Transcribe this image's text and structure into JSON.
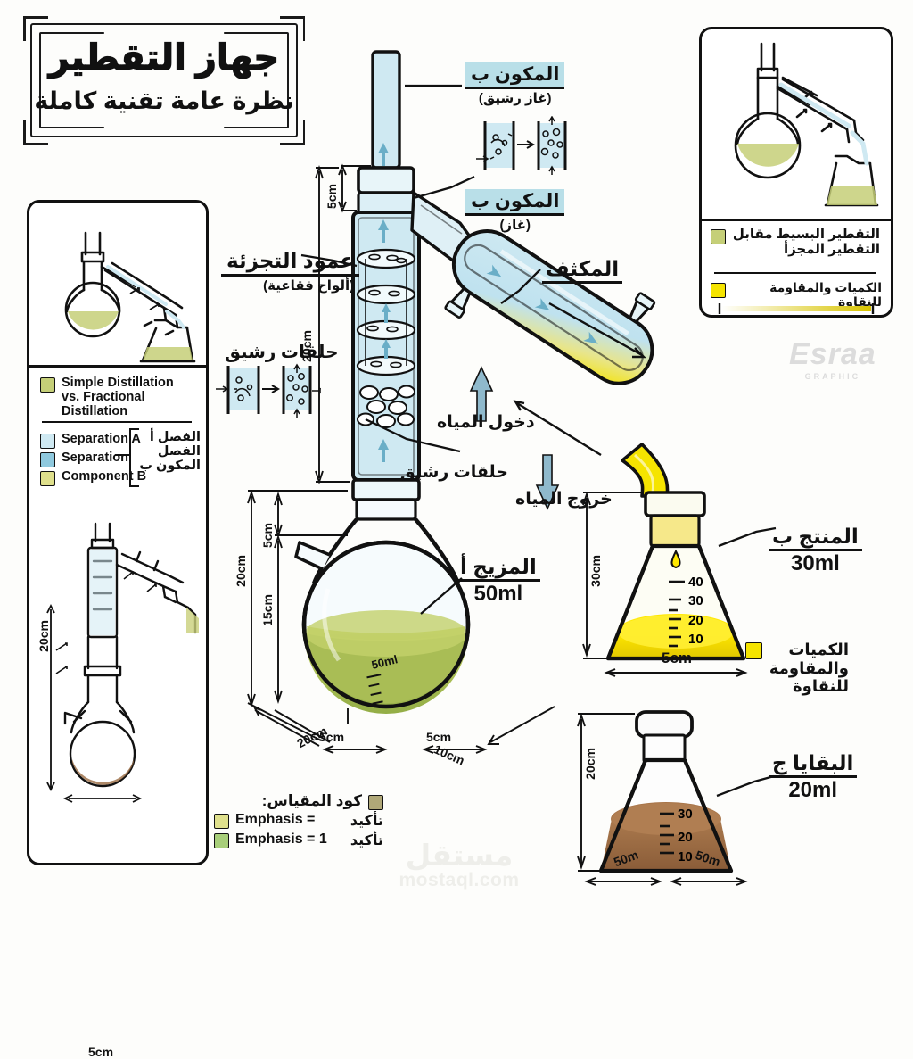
{
  "title": {
    "main": "جهاز التقطير",
    "subtitle": "نظرة عامة تقنية كاملة"
  },
  "left_panel": {
    "legend_primary": {
      "swatch_color": "#c5cf78",
      "line1": "Simple Distillation",
      "line2": "vs. Fractional Distillation"
    },
    "legend_items": [
      {
        "swatch_color": "#cfe9f2",
        "en": "Separation A",
        "ar": "الفصل أ"
      },
      {
        "swatch_color": "#8fc9de",
        "en": "Separation",
        "ar": "الفصل"
      },
      {
        "swatch_color": "#dfe08c",
        "en": "Component B",
        "ar": "المكون ب"
      }
    ],
    "sketch_dims": {
      "height": "20cm",
      "width": "5cm"
    }
  },
  "right_panel": {
    "legend_items": [
      {
        "swatch_color": "#c5cf78",
        "text": "التقطير البسيط مقابل التقطير المجزأ"
      },
      {
        "swatch_color": "#f5e400",
        "text": "الكميات والمقاومة للنقاوة"
      }
    ]
  },
  "callouts": {
    "component_b_light": {
      "main": "المكون ب",
      "sub": "(غاز رشيق)"
    },
    "component_b_gas": {
      "main": "المكون ب",
      "sub": "(غاز)"
    },
    "fractionating_col": {
      "main": "عمود التجزئة",
      "sub": "(ألواح فقاعية)"
    },
    "raschig_rings_left": {
      "main": "حلقات رشيق"
    },
    "raschig_rings_right": {
      "main": "حلقات رشيق"
    },
    "condenser": {
      "main": "المكثف"
    },
    "water_in": {
      "main": "دخول المياه"
    },
    "water_out": {
      "main": "خروج المياه"
    },
    "mixture_a": {
      "main": "المزيج أ",
      "value": "50ml"
    },
    "product_b": {
      "main": "المنتج ب",
      "value": "30ml"
    },
    "residue_c": {
      "main": "البقايا ج",
      "value": "20ml"
    },
    "purity_note": {
      "text": "الكميات والمقاومة للنقاوة",
      "swatch_color": "#f5e400"
    }
  },
  "dimensions": {
    "column_top": "5cm",
    "column_body": "20cm",
    "flask_total_h": "20cm",
    "flask_neck_h": "5cm",
    "flask_body_h": "15cm",
    "base_left": "20cm",
    "base_neck": "5cm",
    "base_right_small": "5cm",
    "base_right": "10cm",
    "product_flask_h": "30cm",
    "product_flask_w": "5cm",
    "residue_flask_h": "20cm",
    "residue_flask_w_left": "50m",
    "residue_flask_w_right": "50m"
  },
  "graduations": {
    "product_flask": [
      "40",
      "30",
      "20",
      "10"
    ],
    "residue_flask": [
      "30",
      "20",
      "10"
    ],
    "main_flask_label": "50ml"
  },
  "scale_code": {
    "title": "كود المقياس:",
    "title_swatch": "#b0a878",
    "rows": [
      {
        "swatch_color": "#dfe08c",
        "en": "Emphasis =",
        "ar": "تأكيد"
      },
      {
        "swatch_color": "#a8cf7a",
        "en": "Emphasis = 1",
        "ar": "تأكيد"
      }
    ]
  },
  "watermarks": {
    "artist": "Esraa",
    "artist_sub": "GRAPHIC",
    "site_ar": "مستقل",
    "site_en": "mostaql.com"
  },
  "colors": {
    "vapor_blue": "#cfe9f2",
    "coolant_blue": "#8fc9de",
    "product_yellow": "#f5e400",
    "mixture_green": "#b5c95a",
    "residue_brown": "#9a6b42",
    "ink": "#111111"
  }
}
